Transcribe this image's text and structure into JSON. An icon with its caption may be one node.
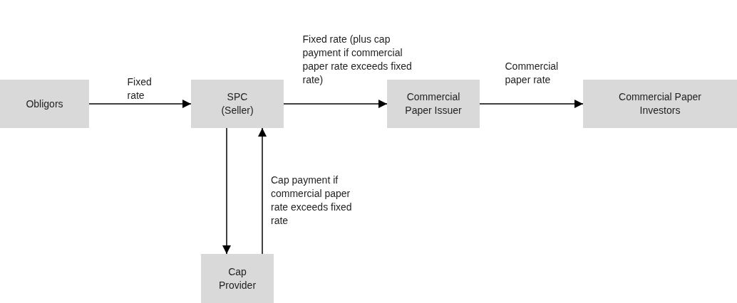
{
  "diagram": {
    "nodes": [
      {
        "text": [
          "Obligors"
        ]
      },
      {
        "text": [
          "SPC (Seller)"
        ]
      },
      {
        "text": [
          "Commercial Paper Issuer"
        ]
      },
      {
        "text": [
          "Commercial Paper Investors"
        ]
      },
      {
        "text": [
          "Cap Provider"
        ]
      }
    ],
    "edges": [
      {
        "from": 0,
        "to": 1,
        "arrow": "to",
        "label": "Fixed rate"
      },
      {
        "from": 1,
        "to": 2,
        "arrow": "to",
        "label": "Fixed rate (plus cap payment if commercial paper rate exceeds fixed rate)"
      },
      {
        "from": 2,
        "to": 3,
        "arrow": "to",
        "label": "Commercial paper rate"
      },
      {
        "from": 1,
        "to": 4,
        "arrow": "to"
      },
      {
        "from": 4,
        "to": 1,
        "arrow": "to",
        "label": "Cap payment if commercial paper rate exceeds fixed rate"
      }
    ]
  }
}
